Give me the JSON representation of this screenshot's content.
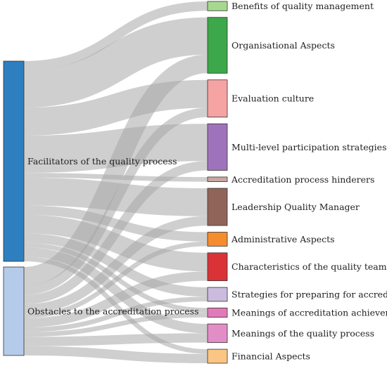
{
  "diagram": {
    "type": "sankey",
    "sources": [
      {
        "id": "facilitators",
        "label": "Facilitators of the quality process",
        "color": "#2e7fbf"
      },
      {
        "id": "obstacles",
        "label": "Obstacles to the accreditation process",
        "color": "#b4cbea"
      }
    ],
    "targets": [
      {
        "id": "benefits",
        "label": "Benefits of quality management",
        "color": "#a6d98e"
      },
      {
        "id": "organisational",
        "label": "Organisational Aspects",
        "color": "#3ca84a"
      },
      {
        "id": "evaluation",
        "label": "Evaluation culture",
        "color": "#f5a3a3"
      },
      {
        "id": "multilevel",
        "label": "Multi-level participation strategies",
        "color": "#9f73bb"
      },
      {
        "id": "hinderers",
        "label": "Accreditation process hinderers",
        "color": "#c9a8a0"
      },
      {
        "id": "leadership",
        "label": "Leadership Quality Manager",
        "color": "#916459"
      },
      {
        "id": "administrative",
        "label": "Administrative Aspects",
        "color": "#f58c2d"
      },
      {
        "id": "characteristics",
        "label": "Characteristics of the quality team",
        "color": "#d93338"
      },
      {
        "id": "strategies",
        "label": "Strategies for preparing for accreditation",
        "color": "#cbbbdc"
      },
      {
        "id": "achievement",
        "label": "Meanings of accreditation achievement",
        "color": "#e27ab9"
      },
      {
        "id": "meanings",
        "label": "Meanings of the quality process",
        "color": "#e38dc6"
      },
      {
        "id": "financial",
        "label": "Financial Aspects",
        "color": "#fbc583"
      }
    ],
    "links": [
      {
        "source": "facilitators",
        "target": "benefits",
        "value": 1
      },
      {
        "source": "facilitators",
        "target": "organisational",
        "value": 4
      },
      {
        "source": "facilitators",
        "target": "evaluation",
        "value": 3
      },
      {
        "source": "facilitators",
        "target": "multilevel",
        "value": 4
      },
      {
        "source": "facilitators",
        "target": "hinderers",
        "value": 0.5
      },
      {
        "source": "facilitators",
        "target": "leadership",
        "value": 3
      },
      {
        "source": "facilitators",
        "target": "administrative",
        "value": 1
      },
      {
        "source": "facilitators",
        "target": "characteristics",
        "value": 2
      },
      {
        "source": "facilitators",
        "target": "strategies",
        "value": 1
      },
      {
        "source": "facilitators",
        "target": "achievement",
        "value": 0.5
      },
      {
        "source": "facilitators",
        "target": "meanings",
        "value": 1
      },
      {
        "source": "facilitators",
        "target": "financial",
        "value": 0.5
      },
      {
        "source": "obstacles",
        "target": "organisational",
        "value": 2
      },
      {
        "source": "obstacles",
        "target": "evaluation",
        "value": 1
      },
      {
        "source": "obstacles",
        "target": "multilevel",
        "value": 1
      },
      {
        "source": "obstacles",
        "target": "leadership",
        "value": 1
      },
      {
        "source": "obstacles",
        "target": "administrative",
        "value": 0.5
      },
      {
        "source": "obstacles",
        "target": "characteristics",
        "value": 1
      },
      {
        "source": "obstacles",
        "target": "strategies",
        "value": 0.5
      },
      {
        "source": "obstacles",
        "target": "achievement",
        "value": 0.5
      },
      {
        "source": "obstacles",
        "target": "meanings",
        "value": 1
      },
      {
        "source": "obstacles",
        "target": "financial",
        "value": 1
      }
    ]
  }
}
